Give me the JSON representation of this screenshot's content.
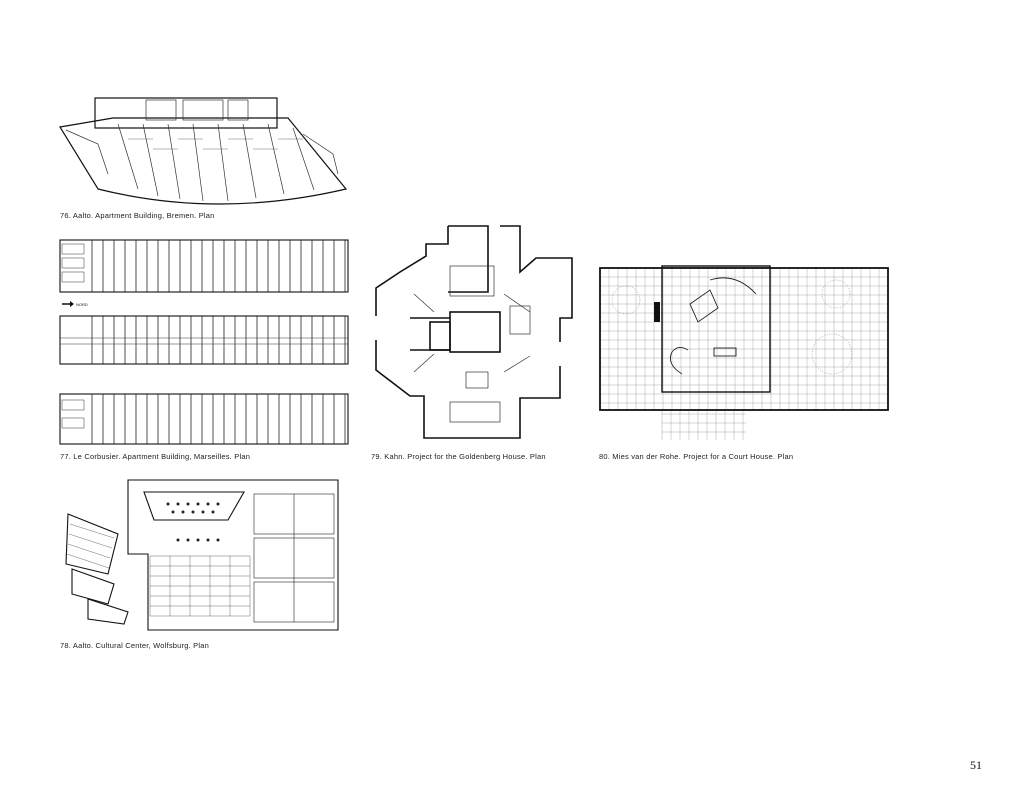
{
  "figures": [
    {
      "id": "76",
      "caption": "76. Aalto. Apartment Building, Bremen. Plan"
    },
    {
      "id": "77",
      "caption": "77. Le Corbusier. Apartment Building, Marseilles. Plan"
    },
    {
      "id": "78",
      "caption": "78. Aalto. Cultural Center, Wolfsburg. Plan"
    },
    {
      "id": "79",
      "caption": "79. Kahn. Project for the Goldenberg House. Plan"
    },
    {
      "id": "80",
      "caption": "80. Mies van der Rohe. Project for a Court House. Plan"
    }
  ],
  "north_label": "NORD",
  "page_number": "51"
}
